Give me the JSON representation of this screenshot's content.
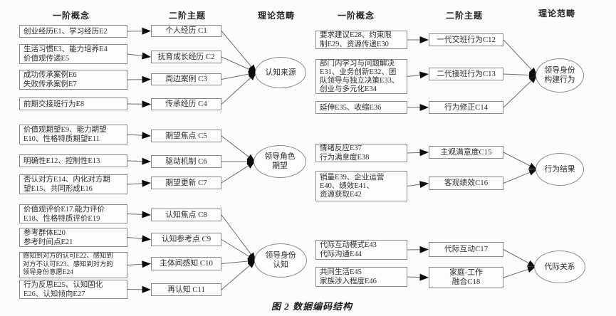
{
  "figure": {
    "caption": "图 2  数据编码结构"
  },
  "headers": {
    "first_order": "一阶概念",
    "second_order": "二阶主题",
    "theory": "理论范畴"
  },
  "clusters": [
    {
      "theory": "认知来源",
      "pairs": [
        {
          "concept": "创业经历E1、学习经历E2",
          "theme": "个人经历 C1"
        },
        {
          "concept": "生活习惯E3、能力培养E4\n价值观传递E5",
          "theme": "抚育成长经历 C2"
        },
        {
          "concept": "成功传承案例E6\n失败传承案例E7",
          "theme": "周边案例 C3"
        },
        {
          "concept": "前期交接班行为E8",
          "theme": "传承经历 C4"
        }
      ]
    },
    {
      "theory": "领导角色\n期望",
      "pairs": [
        {
          "concept": "价值观期望E9、能力期望\nE10、性格特质期望E11",
          "theme": "期望焦点 C5"
        },
        {
          "concept": "明确性E12、控制性E13",
          "theme": "驱动机制 C6"
        },
        {
          "concept": "否认对方E14、内化对方期\n望E15、共同形成E16",
          "theme": "期望更新 C7"
        }
      ]
    },
    {
      "theory": "领导身份\n认知",
      "pairs": [
        {
          "concept": "价值观评价E17.能力评价\nE18、性格特质评价E19",
          "theme": "认知焦点 C8"
        },
        {
          "concept": "参考群体E20\n参考时间点E21",
          "theme": "认知参考点 C9"
        },
        {
          "concept": "感知到对方的认可E22、感知到\n对方不认可E23、感知到对方的\n领导身份意愿E24",
          "theme": "主体间感知 C10"
        },
        {
          "concept": "行为反思E25、认知固化\nE26、认知倾向E27",
          "theme": "再认知 C11"
        }
      ]
    },
    {
      "theory": "领导身份\n构建行为",
      "pairs": [
        {
          "concept": "要求建议E28、约束限\n制E29、资源传递E30",
          "theme": "一代交班行为C12"
        },
        {
          "concept": "部门内学习与问题解决\nE31、业务创新E32、团\n队领导与独立决策E33、\n创业与多元化E34",
          "theme": "二代接班行为C13"
        },
        {
          "concept": "延伸E35、收缩E36",
          "theme": "行为修正C14"
        }
      ]
    },
    {
      "theory": "行为结果",
      "pairs": [
        {
          "concept": "情绪反应E37\n行为满意度E38",
          "theme": "主观满意度C15"
        },
        {
          "concept": "销量E39、企业运营\nE40、绩效E41、\n资源获取E42",
          "theme": "客观绩效C16"
        }
      ]
    },
    {
      "theory": "代际关系",
      "pairs": [
        {
          "concept": "代际互动模式E43\n代际沟通E44",
          "theme": "代际互动C17"
        },
        {
          "concept": "共同生活E45\n家族涉入程度E46",
          "theme": "家庭-工作\n融合C18"
        }
      ]
    }
  ]
}
